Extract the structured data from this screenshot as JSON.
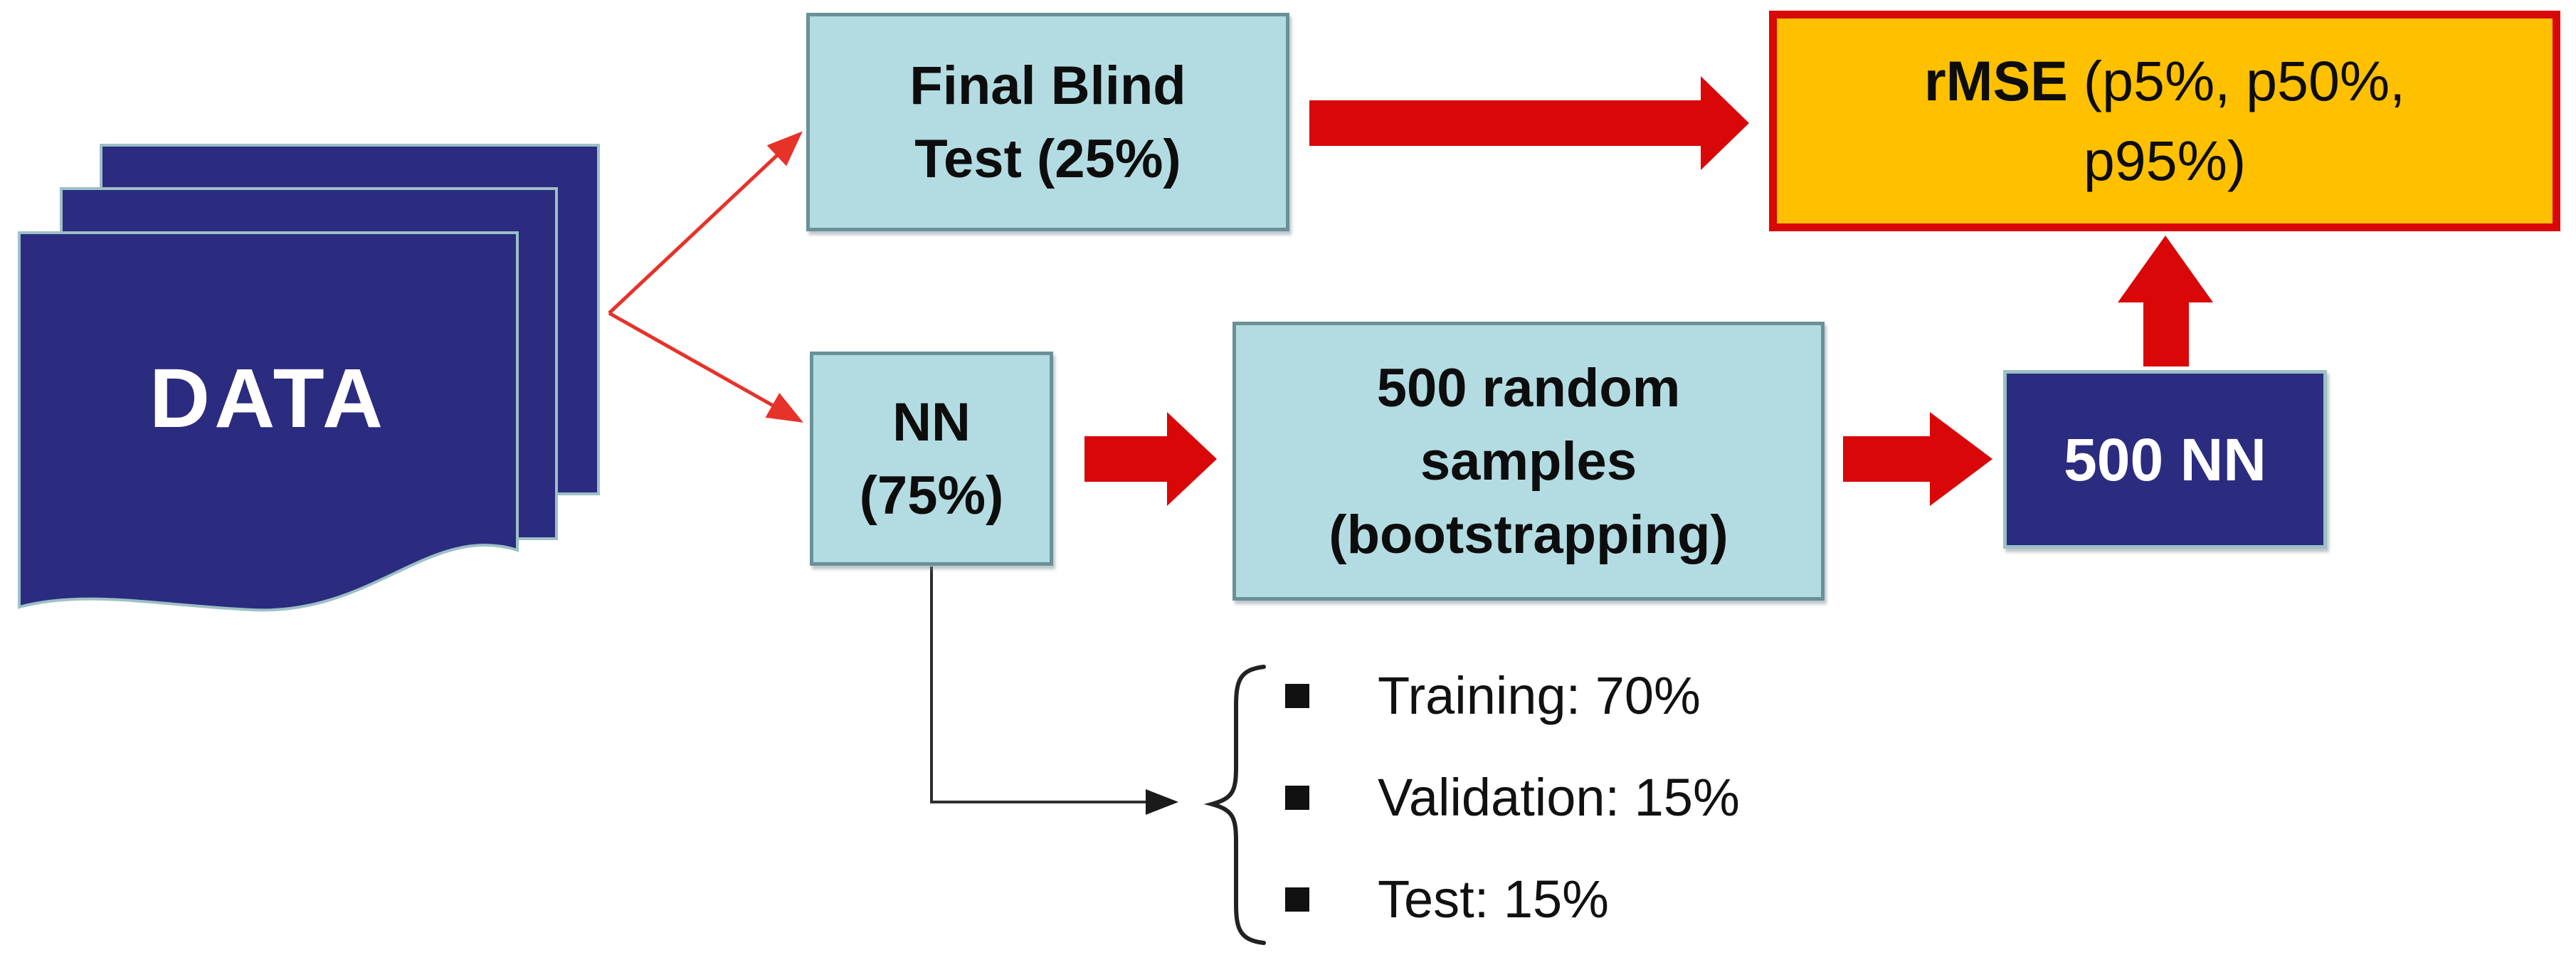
{
  "diagram": {
    "colors": {
      "navy_fill": "#2b2b80",
      "navy_border": "#9cc0c6",
      "cyan_fill": "#b2dce2",
      "cyan_border": "#6a9098",
      "orange_fill": "#ffc000",
      "thick_arrow_red": "#d90707",
      "thin_arrow_red": "#e63229",
      "connector_black": "#2f2f2f",
      "text_black": "#0d0d0d",
      "text_white": "#ffffff"
    },
    "nodes": {
      "data_stack": {
        "label": "DATA"
      },
      "final_blind_test": {
        "line1": "Final Blind",
        "line2": "Test (25%)"
      },
      "rmse": {
        "bold": "rMSE",
        "line1_rest": " (p5%, p50%,",
        "line2": "p95%)"
      },
      "nn": {
        "line1": "NN",
        "line2": "(75%)"
      },
      "bootstrap": {
        "line1": "500 random",
        "line2": "samples",
        "line3": "(bootstrapping)"
      },
      "nn500": {
        "label": "500 NN"
      }
    },
    "split_list": {
      "items": [
        {
          "label": "Training: 70%"
        },
        {
          "label": "Validation: 15%"
        },
        {
          "label": "Test: 15%"
        }
      ]
    }
  }
}
